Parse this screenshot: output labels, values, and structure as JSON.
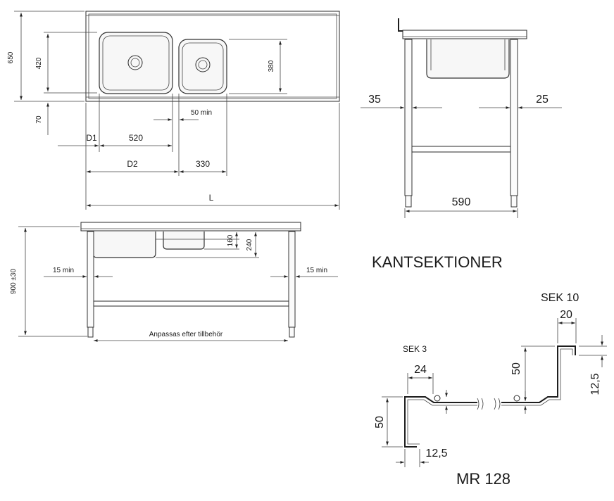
{
  "top_view": {
    "depth_650": "650",
    "bowl_420": "420",
    "lip_70": "70",
    "bowl_380": "380",
    "gap_50min": "50 min",
    "d1": "D1",
    "w_520": "520",
    "d2": "D2",
    "w_330": "330",
    "length_L": "L"
  },
  "side_view": {
    "left_35": "35",
    "right_25": "25",
    "width_590": "590"
  },
  "front_view": {
    "height": "900 ±30",
    "h_160": "160",
    "h_240": "240",
    "left_15min": "15 min",
    "right_15min": "15 min",
    "adjust_label": "Anpassas efter tillbehör"
  },
  "sections": {
    "title": "KANTSEKTIONER",
    "sek3": {
      "name": "SEK 3",
      "w_24": "24",
      "h_50": "50",
      "w_12_5": "12,5"
    },
    "sek10": {
      "name": "SEK 10",
      "w_20": "20",
      "h_50": "50",
      "h_12_5": "12,5"
    },
    "model": "MR 128"
  }
}
